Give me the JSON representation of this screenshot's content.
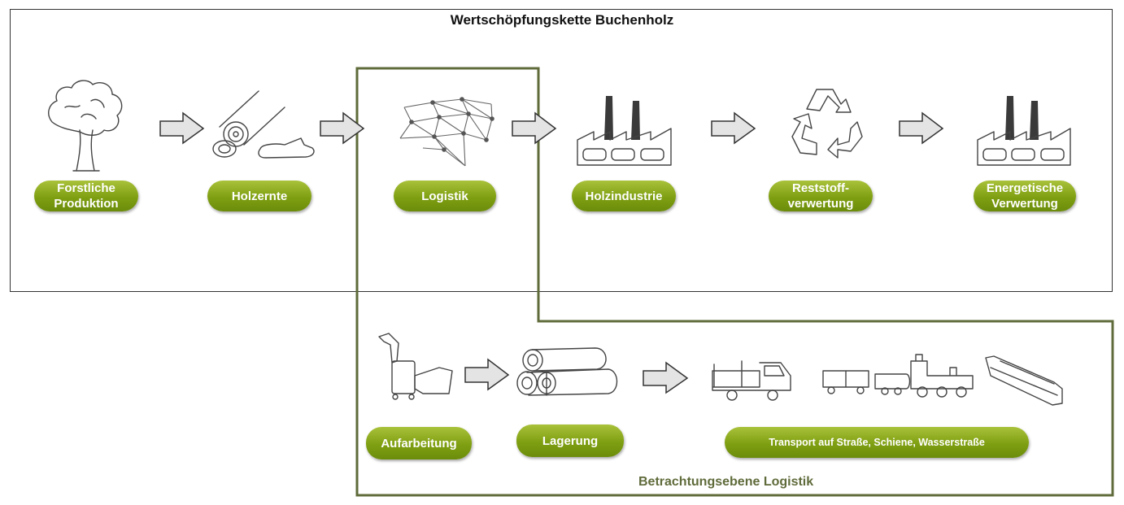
{
  "title": "Wertschöpfungskette Buchenholz",
  "chain_steps": [
    {
      "label": "Forstliche Produktion",
      "icon": "tree-icon"
    },
    {
      "label": "Holzernte",
      "icon": "log-and-chainsaw-icon"
    },
    {
      "label": "Logistik",
      "icon": "network-icon"
    },
    {
      "label": "Holzindustrie",
      "icon": "factory-icon"
    },
    {
      "label": "Reststoff-verwertung",
      "icon": "recycling-icon"
    },
    {
      "label": "Energetische Verwertung",
      "icon": "factory-icon"
    }
  ],
  "logistics_steps": [
    {
      "label": "Aufarbeitung",
      "icon": "wood-chipper-icon"
    },
    {
      "label": "Lagerung",
      "icon": "log-pile-icon"
    },
    {
      "label": "Transport auf Straße, Schiene, Wasserstraße",
      "icon": "truck-train-ship-icon"
    }
  ],
  "scope_label": "Betrachtungsebene Logistik",
  "colors": {
    "pill_green": "#7f9f12",
    "scope_border": "#5f6b3a",
    "box_border": "#333333"
  }
}
